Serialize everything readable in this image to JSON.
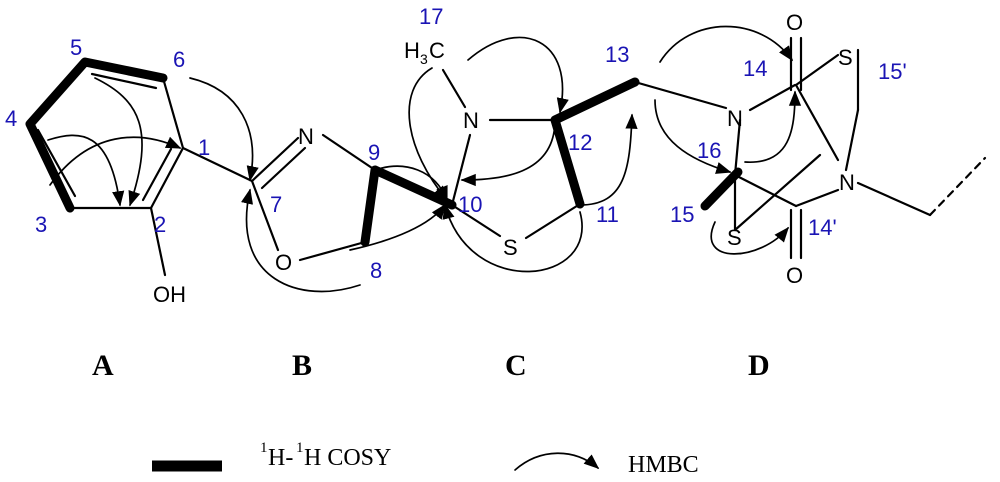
{
  "atoms": {
    "N_oxazoline": "N",
    "O_oxazoline": "O",
    "OH": "OH",
    "N_methyl": "N",
    "H3C_H": "H",
    "H3C_sub": "3",
    "H3C_C": "C",
    "S_ringC": "S",
    "N_dkp1": "N",
    "N_dkp2": "N",
    "S_top": "S",
    "S_bottom": "S",
    "O_top": "O",
    "O_bottom": "O"
  },
  "locants": {
    "l1": "1",
    "l2": "2",
    "l3": "3",
    "l4": "4",
    "l5": "5",
    "l6": "6",
    "l7": "7",
    "l8": "8",
    "l9": "9",
    "l10": "10",
    "l11": "11",
    "l12": "12",
    "l13": "13",
    "l14": "14",
    "l14p": "14'",
    "l15": "15",
    "l15p": "15'",
    "l16": "16",
    "l17": "17"
  },
  "rings": {
    "A": "A",
    "B": "B",
    "C": "C",
    "D": "D"
  },
  "legend": {
    "cosy_sup1": "1",
    "cosy_h1": "H-",
    "cosy_sup2": "1",
    "cosy_h2": "H COSY",
    "hmbc": "HMBC"
  },
  "colors": {
    "locant": "#1a14b4",
    "structure": "#000000"
  }
}
